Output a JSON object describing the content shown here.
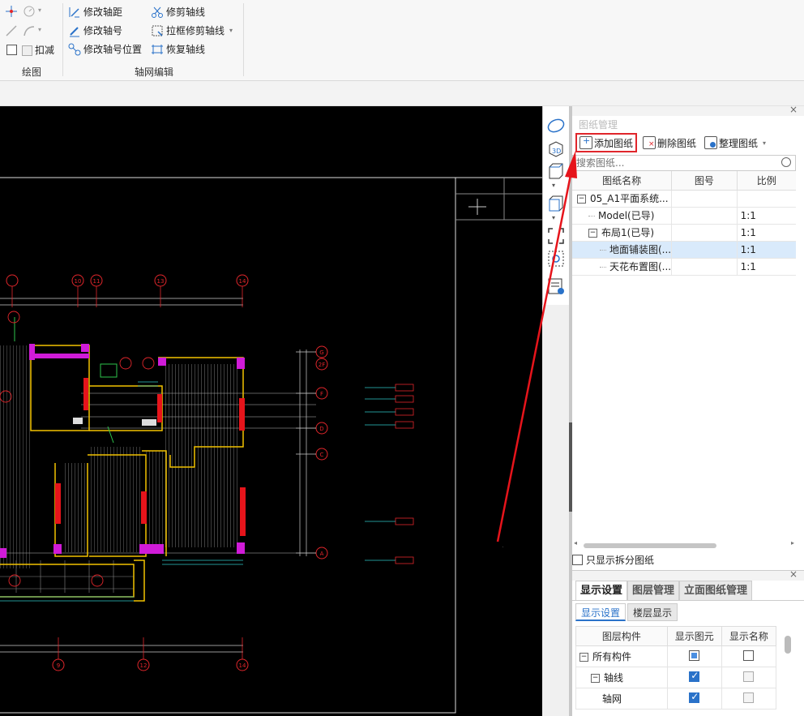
{
  "ribbon": {
    "draw_group": {
      "label": "绘图",
      "items": [
        "扣减"
      ]
    },
    "grid_edit_group": {
      "label": "轴网编辑",
      "items": [
        "修改轴距",
        "修改轴号",
        "修改轴号位置",
        "修剪轴线",
        "拉框修剪轴线",
        "恢复轴线"
      ]
    }
  },
  "drawing_manager": {
    "title": "图纸管理",
    "toolbar": {
      "add": "添加图纸",
      "delete": "删除图纸",
      "organize": "整理图纸"
    },
    "search_placeholder": "搜索图纸...",
    "columns": [
      "图纸名称",
      "图号",
      "比例"
    ],
    "rows": [
      {
        "toggle": "−",
        "name": "05_A1平面系统...",
        "number": "",
        "scale": "",
        "indent": 0
      },
      {
        "toggle": "",
        "name": "Model(已导)",
        "number": "",
        "scale": "1:1",
        "indent": 1
      },
      {
        "toggle": "−",
        "name": "布局1(已导)",
        "number": "",
        "scale": "1:1",
        "indent": 1
      },
      {
        "toggle": "",
        "name": "地面铺装图(...",
        "number": "",
        "scale": "1:1",
        "indent": 2,
        "selected": true
      },
      {
        "toggle": "",
        "name": "天花布置图(...",
        "number": "",
        "scale": "1:1",
        "indent": 2
      }
    ],
    "split_only_label": "只显示拆分图纸"
  },
  "display_panel": {
    "tabs": [
      "显示设置",
      "图层管理",
      "立面图纸管理"
    ],
    "subtabs": [
      "显示设置",
      "楼层显示"
    ],
    "columns": [
      "图层构件",
      "显示图元",
      "显示名称"
    ],
    "rows": [
      {
        "toggle": "−",
        "name": "所有构件",
        "show": "partial",
        "name_show": "unchecked",
        "indent": 0
      },
      {
        "toggle": "−",
        "name": "轴线",
        "show": "checked",
        "name_show": "disabled",
        "indent": 1
      },
      {
        "toggle": "",
        "name": "轴网",
        "show": "checked",
        "name_show": "disabled",
        "indent": 2
      }
    ]
  },
  "cad": {
    "top_axes": [
      "10",
      "11",
      "13",
      "14"
    ],
    "bottom_axes": [
      "9",
      "12",
      "14"
    ],
    "right_axes": [
      "G",
      "2F",
      "F",
      "D",
      "C",
      "A"
    ]
  },
  "colors": {
    "highlight": "#e0262b",
    "selected_row": "#d9eafb",
    "canvas": "#000000",
    "accent": "#2a72c9"
  }
}
